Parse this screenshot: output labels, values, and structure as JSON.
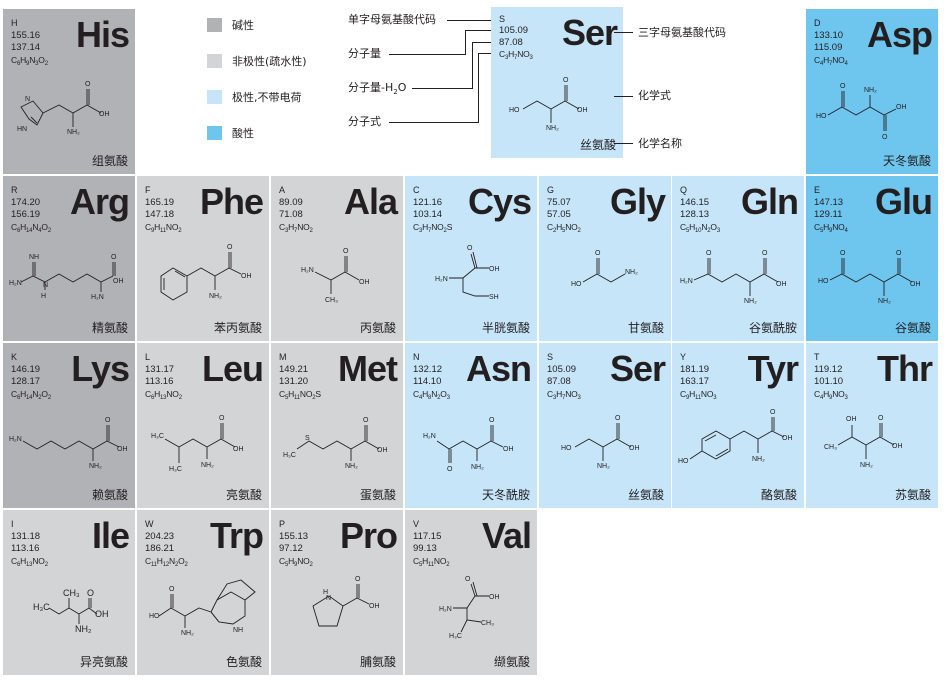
{
  "legend": {
    "items": [
      {
        "label": "碱性",
        "color": "#b1b2b5"
      },
      {
        "label": "非极性(疏水性)",
        "color": "#d3d4d6"
      },
      {
        "label": "极性,不带电荷",
        "color": "#c6e5f8"
      },
      {
        "label": "酸性",
        "color": "#6ec5ee"
      }
    ]
  },
  "key": {
    "left_labels": {
      "one_letter": "单字母氨基酸代码",
      "mw": "分子量",
      "mw_h2o_prefix": "分子量-H",
      "mw_h2o_sub": "2",
      "mw_h2o_suffix": "O",
      "formula": "分子式"
    },
    "right_labels": {
      "three_letter": "三字母氨基酸代码",
      "structure": "化学式",
      "name": "化学名称"
    },
    "example": {
      "letter": "S",
      "abbr": "Ser",
      "mw": "105.09",
      "mw2": "87.08",
      "formula": "C3H7NO3",
      "name": "丝氨酸",
      "category": "polar"
    }
  },
  "amino_acids": [
    {
      "letter": "H",
      "abbr": "His",
      "mw": "155.16",
      "mw2": "137.14",
      "formula": "C6H9N3O2",
      "name": "组氨酸",
      "category": "basic"
    },
    {
      "letter": "D",
      "abbr": "Asp",
      "mw": "133.10",
      "mw2": "115.09",
      "formula": "C4H7NO4",
      "name": "天冬氨酸",
      "category": "acidic"
    },
    {
      "letter": "R",
      "abbr": "Arg",
      "mw": "174.20",
      "mw2": "156.19",
      "formula": "C6H14N4O2",
      "name": "精氨酸",
      "category": "basic"
    },
    {
      "letter": "F",
      "abbr": "Phe",
      "mw": "165.19",
      "mw2": "147.18",
      "formula": "C9H11NO2",
      "name": "苯丙氨酸",
      "category": "nonpolar"
    },
    {
      "letter": "A",
      "abbr": "Ala",
      "mw": "89.09",
      "mw2": "71.08",
      "formula": "C3H7NO2",
      "name": "丙氨酸",
      "category": "nonpolar"
    },
    {
      "letter": "C",
      "abbr": "Cys",
      "mw": "121.16",
      "mw2": "103.14",
      "formula": "C3H7NO2S",
      "name": "半胱氨酸",
      "category": "polar"
    },
    {
      "letter": "G",
      "abbr": "Gly",
      "mw": "75.07",
      "mw2": "57.05",
      "formula": "C2H5NO2",
      "name": "甘氨酸",
      "category": "polar"
    },
    {
      "letter": "Q",
      "abbr": "Gln",
      "mw": "146.15",
      "mw2": "128.13",
      "formula": "C5H10N2O3",
      "name": "谷氨酰胺",
      "category": "polar"
    },
    {
      "letter": "E",
      "abbr": "Glu",
      "mw": "147.13",
      "mw2": "129.11",
      "formula": "C5H9NO4",
      "name": "谷氨酸",
      "category": "acidic"
    },
    {
      "letter": "K",
      "abbr": "Lys",
      "mw": "146.19",
      "mw2": "128.17",
      "formula": "C6H14N2O2",
      "name": "赖氨酸",
      "category": "basic"
    },
    {
      "letter": "L",
      "abbr": "Leu",
      "mw": "131.17",
      "mw2": "113.16",
      "formula": "C6H13NO2",
      "name": "亮氨酸",
      "category": "nonpolar"
    },
    {
      "letter": "M",
      "abbr": "Met",
      "mw": "149.21",
      "mw2": "131.20",
      "formula": "C5H11NO2S",
      "name": "蛋氨酸",
      "category": "nonpolar"
    },
    {
      "letter": "N",
      "abbr": "Asn",
      "mw": "132.12",
      "mw2": "114.10",
      "formula": "C4H8N2O3",
      "name": "天冬酰胺",
      "category": "polar"
    },
    {
      "letter": "S",
      "abbr": "Ser",
      "mw": "105.09",
      "mw2": "87.08",
      "formula": "C3H7NO3",
      "name": "丝氨酸",
      "category": "polar"
    },
    {
      "letter": "Y",
      "abbr": "Tyr",
      "mw": "181.19",
      "mw2": "163.17",
      "formula": "C9H11NO3",
      "name": "酪氨酸",
      "category": "polar"
    },
    {
      "letter": "T",
      "abbr": "Thr",
      "mw": "119.12",
      "mw2": "101.10",
      "formula": "C4H9NO3",
      "name": "苏氨酸",
      "category": "polar"
    },
    {
      "letter": "I",
      "abbr": "Ile",
      "mw": "131.18",
      "mw2": "113.16",
      "formula": "C6H13NO2",
      "name": "异亮氨酸",
      "category": "nonpolar"
    },
    {
      "letter": "W",
      "abbr": "Trp",
      "mw": "204.23",
      "mw2": "186.21",
      "formula": "C11H12N2O2",
      "name": "色氨酸",
      "category": "nonpolar"
    },
    {
      "letter": "P",
      "abbr": "Pro",
      "mw": "155.13",
      "mw2": "97.12",
      "formula": "C5H9NO2",
      "name": "脯氨酸",
      "category": "nonpolar"
    },
    {
      "letter": "V",
      "abbr": "Val",
      "mw": "117.15",
      "mw2": "99.13",
      "formula": "C5H11NO2",
      "name": "缬氨酸",
      "category": "nonpolar"
    }
  ]
}
